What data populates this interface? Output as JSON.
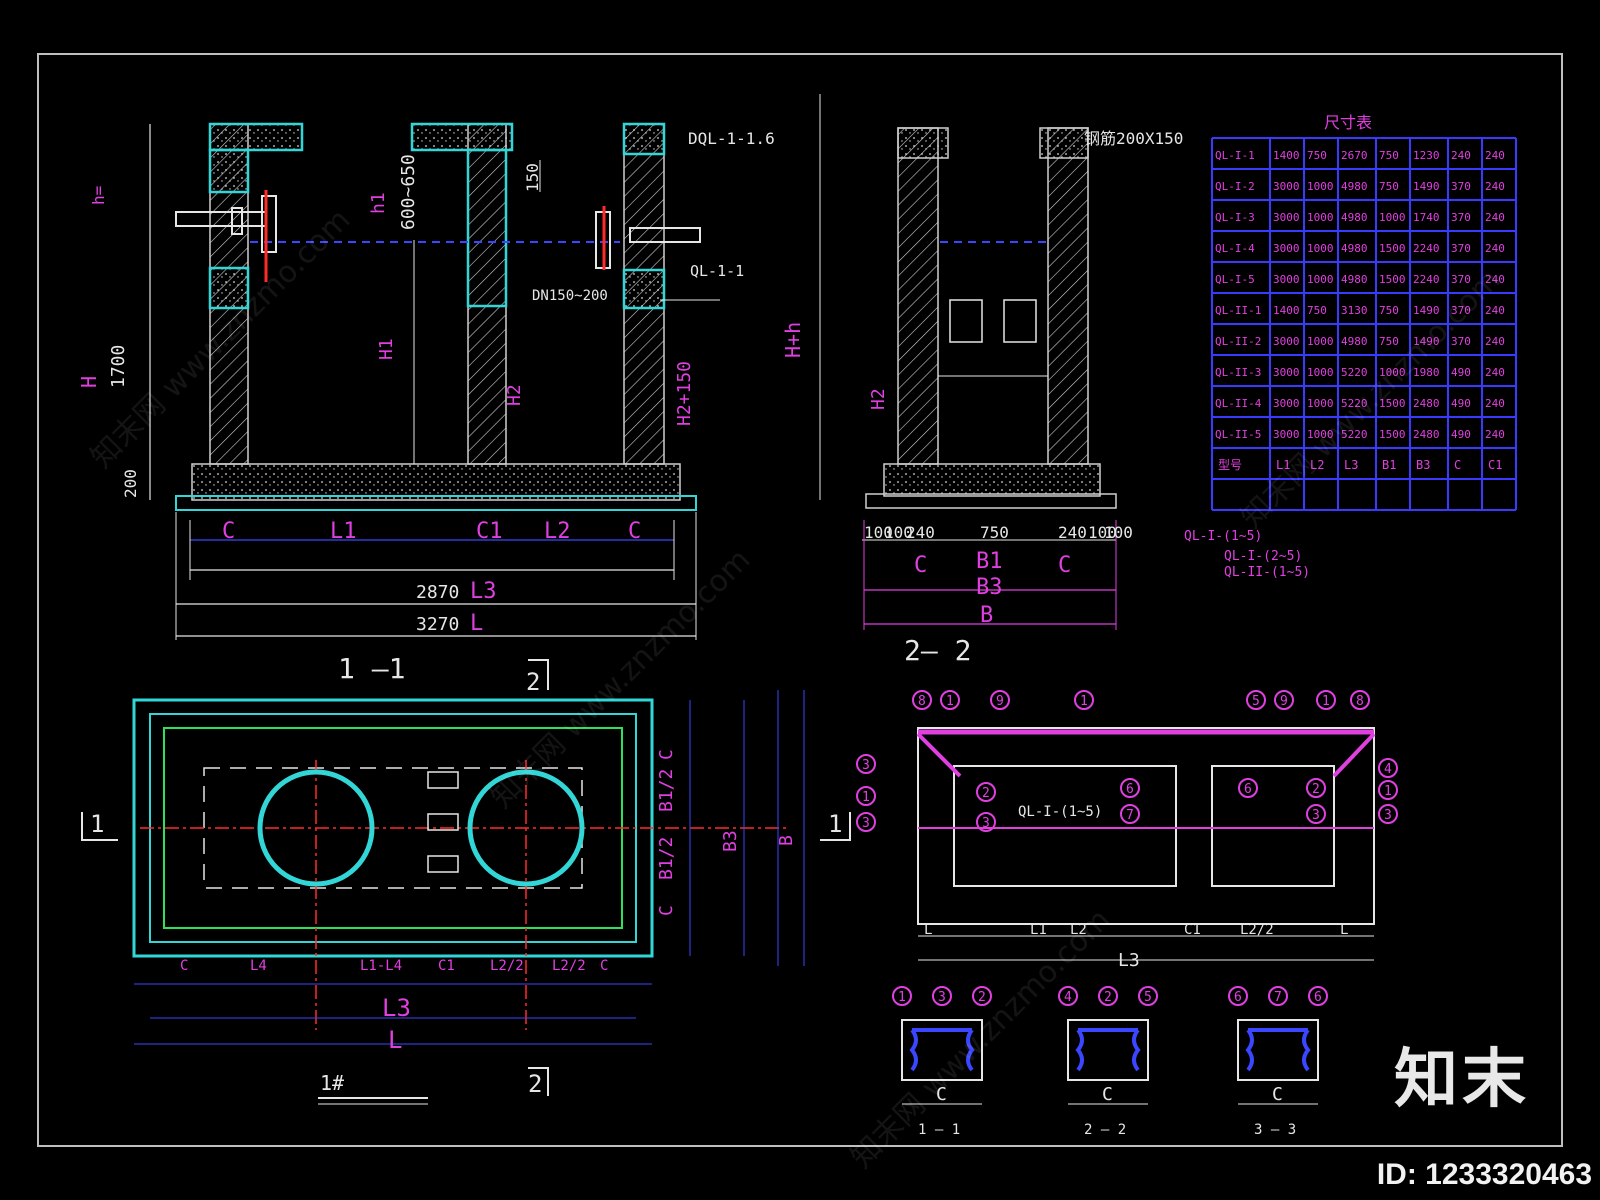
{
  "section_1_1": {
    "title": "1 —1",
    "dim_2870": "2870",
    "dim_3270": "3270",
    "label_L3": "L3",
    "label_L": "L",
    "label_H": "H",
    "dim_1700": "1700",
    "dim_200": "200",
    "label_h": "h=",
    "label_h1": "h1",
    "dim_600_650": "600~650",
    "label_H1": "H1",
    "label_H2": "H2",
    "label_H2_150": "H2+150",
    "dim_150": "150",
    "label_DQL": "DQL-1-1.6",
    "label_QL": "QL-1-1",
    "label_DN": "DN150~200",
    "bottom_labels": [
      "C",
      "L1",
      "C1",
      "L2",
      "C"
    ]
  },
  "section_2_2": {
    "title": "2— 2",
    "label_pipe": "钢筋200X150",
    "label_HH": "H+h",
    "label_H2": "H2",
    "dims": [
      "100",
      "100",
      "240",
      "750",
      "240",
      "100",
      "100"
    ],
    "bottom_labels": [
      "C",
      "B1",
      "C",
      "B3",
      "B"
    ]
  },
  "table": {
    "title": "尺寸表",
    "rows": [
      [
        "QL-I-1",
        "1400",
        "750",
        "2670",
        "750",
        "1230",
        "240",
        "240"
      ],
      [
        "QL-I-2",
        "3000",
        "1000",
        "4980",
        "750",
        "1490",
        "370",
        "240"
      ],
      [
        "QL-I-3",
        "3000",
        "1000",
        "4980",
        "1000",
        "1740",
        "370",
        "240"
      ],
      [
        "QL-I-4",
        "3000",
        "1000",
        "4980",
        "1500",
        "2240",
        "370",
        "240"
      ],
      [
        "QL-I-5",
        "3000",
        "1000",
        "4980",
        "1500",
        "2240",
        "370",
        "240"
      ],
      [
        "QL-II-1",
        "1400",
        "750",
        "3130",
        "750",
        "1490",
        "370",
        "240"
      ],
      [
        "QL-II-2",
        "3000",
        "1000",
        "4980",
        "750",
        "1490",
        "370",
        "240"
      ],
      [
        "QL-II-3",
        "3000",
        "1000",
        "5220",
        "1000",
        "1980",
        "490",
        "240"
      ],
      [
        "QL-II-4",
        "3000",
        "1000",
        "5220",
        "1500",
        "2480",
        "490",
        "240"
      ],
      [
        "QL-II-5",
        "3000",
        "1000",
        "5220",
        "1500",
        "2480",
        "490",
        "240"
      ]
    ],
    "footer": [
      "型号",
      "L1",
      "L2",
      "L3",
      "B1",
      "B3",
      "C",
      "C1"
    ],
    "notes": [
      "QL-I-(1~5)",
      "QL-I-(2~5)",
      "QL-II-(1~5)"
    ]
  },
  "plan": {
    "title": "1#",
    "section_marks": [
      "1",
      "1",
      "2",
      "2"
    ],
    "right_labels": [
      "C",
      "B1/2",
      "B1/2",
      "C",
      "B3",
      "B"
    ],
    "bottom_labels": [
      "C",
      "L4",
      "L1-L4",
      "C1",
      "L2/2",
      "L2/2",
      "C"
    ],
    "dim_L3": "L3",
    "dim_L": "L"
  },
  "rebar_plan": {
    "center_label": "QL-I-(1~5)",
    "top_bubbles": [
      "8",
      "1",
      "9",
      "1",
      "5",
      "9",
      "1",
      "8"
    ],
    "left_bubbles": [
      "3",
      "1",
      "3"
    ],
    "inner_bubbles": [
      "2",
      "3",
      "6",
      "7",
      "6",
      "2",
      "3"
    ],
    "right_bubbles": [
      "4",
      "1",
      "3"
    ],
    "bottom_labels": [
      "L",
      "L1",
      "L2",
      "C1",
      "L2/2",
      "L"
    ],
    "dim_L3": "L3"
  },
  "details": [
    {
      "title": "1 — 1",
      "bubbles": [
        "1",
        "3",
        "2"
      ],
      "label": "C"
    },
    {
      "title": "2 — 2",
      "bubbles": [
        "4",
        "2",
        "5"
      ],
      "label": "C"
    },
    {
      "title": "3 — 3",
      "bubbles": [
        "6",
        "7",
        "6"
      ],
      "label": "C"
    }
  ],
  "watermark": "知末网 www.znzmo.com",
  "brand": "知末",
  "image_id": "ID: 1233320463",
  "colors": {
    "cyan": "#33d6d6",
    "white": "#e6e6e6",
    "magenta": "#e040e0",
    "blue": "#3a46ff",
    "red": "#ff2a2a",
    "green": "#2ee05a",
    "yellow": "#e6e64a",
    "grid_blue": "#3a3aff"
  }
}
